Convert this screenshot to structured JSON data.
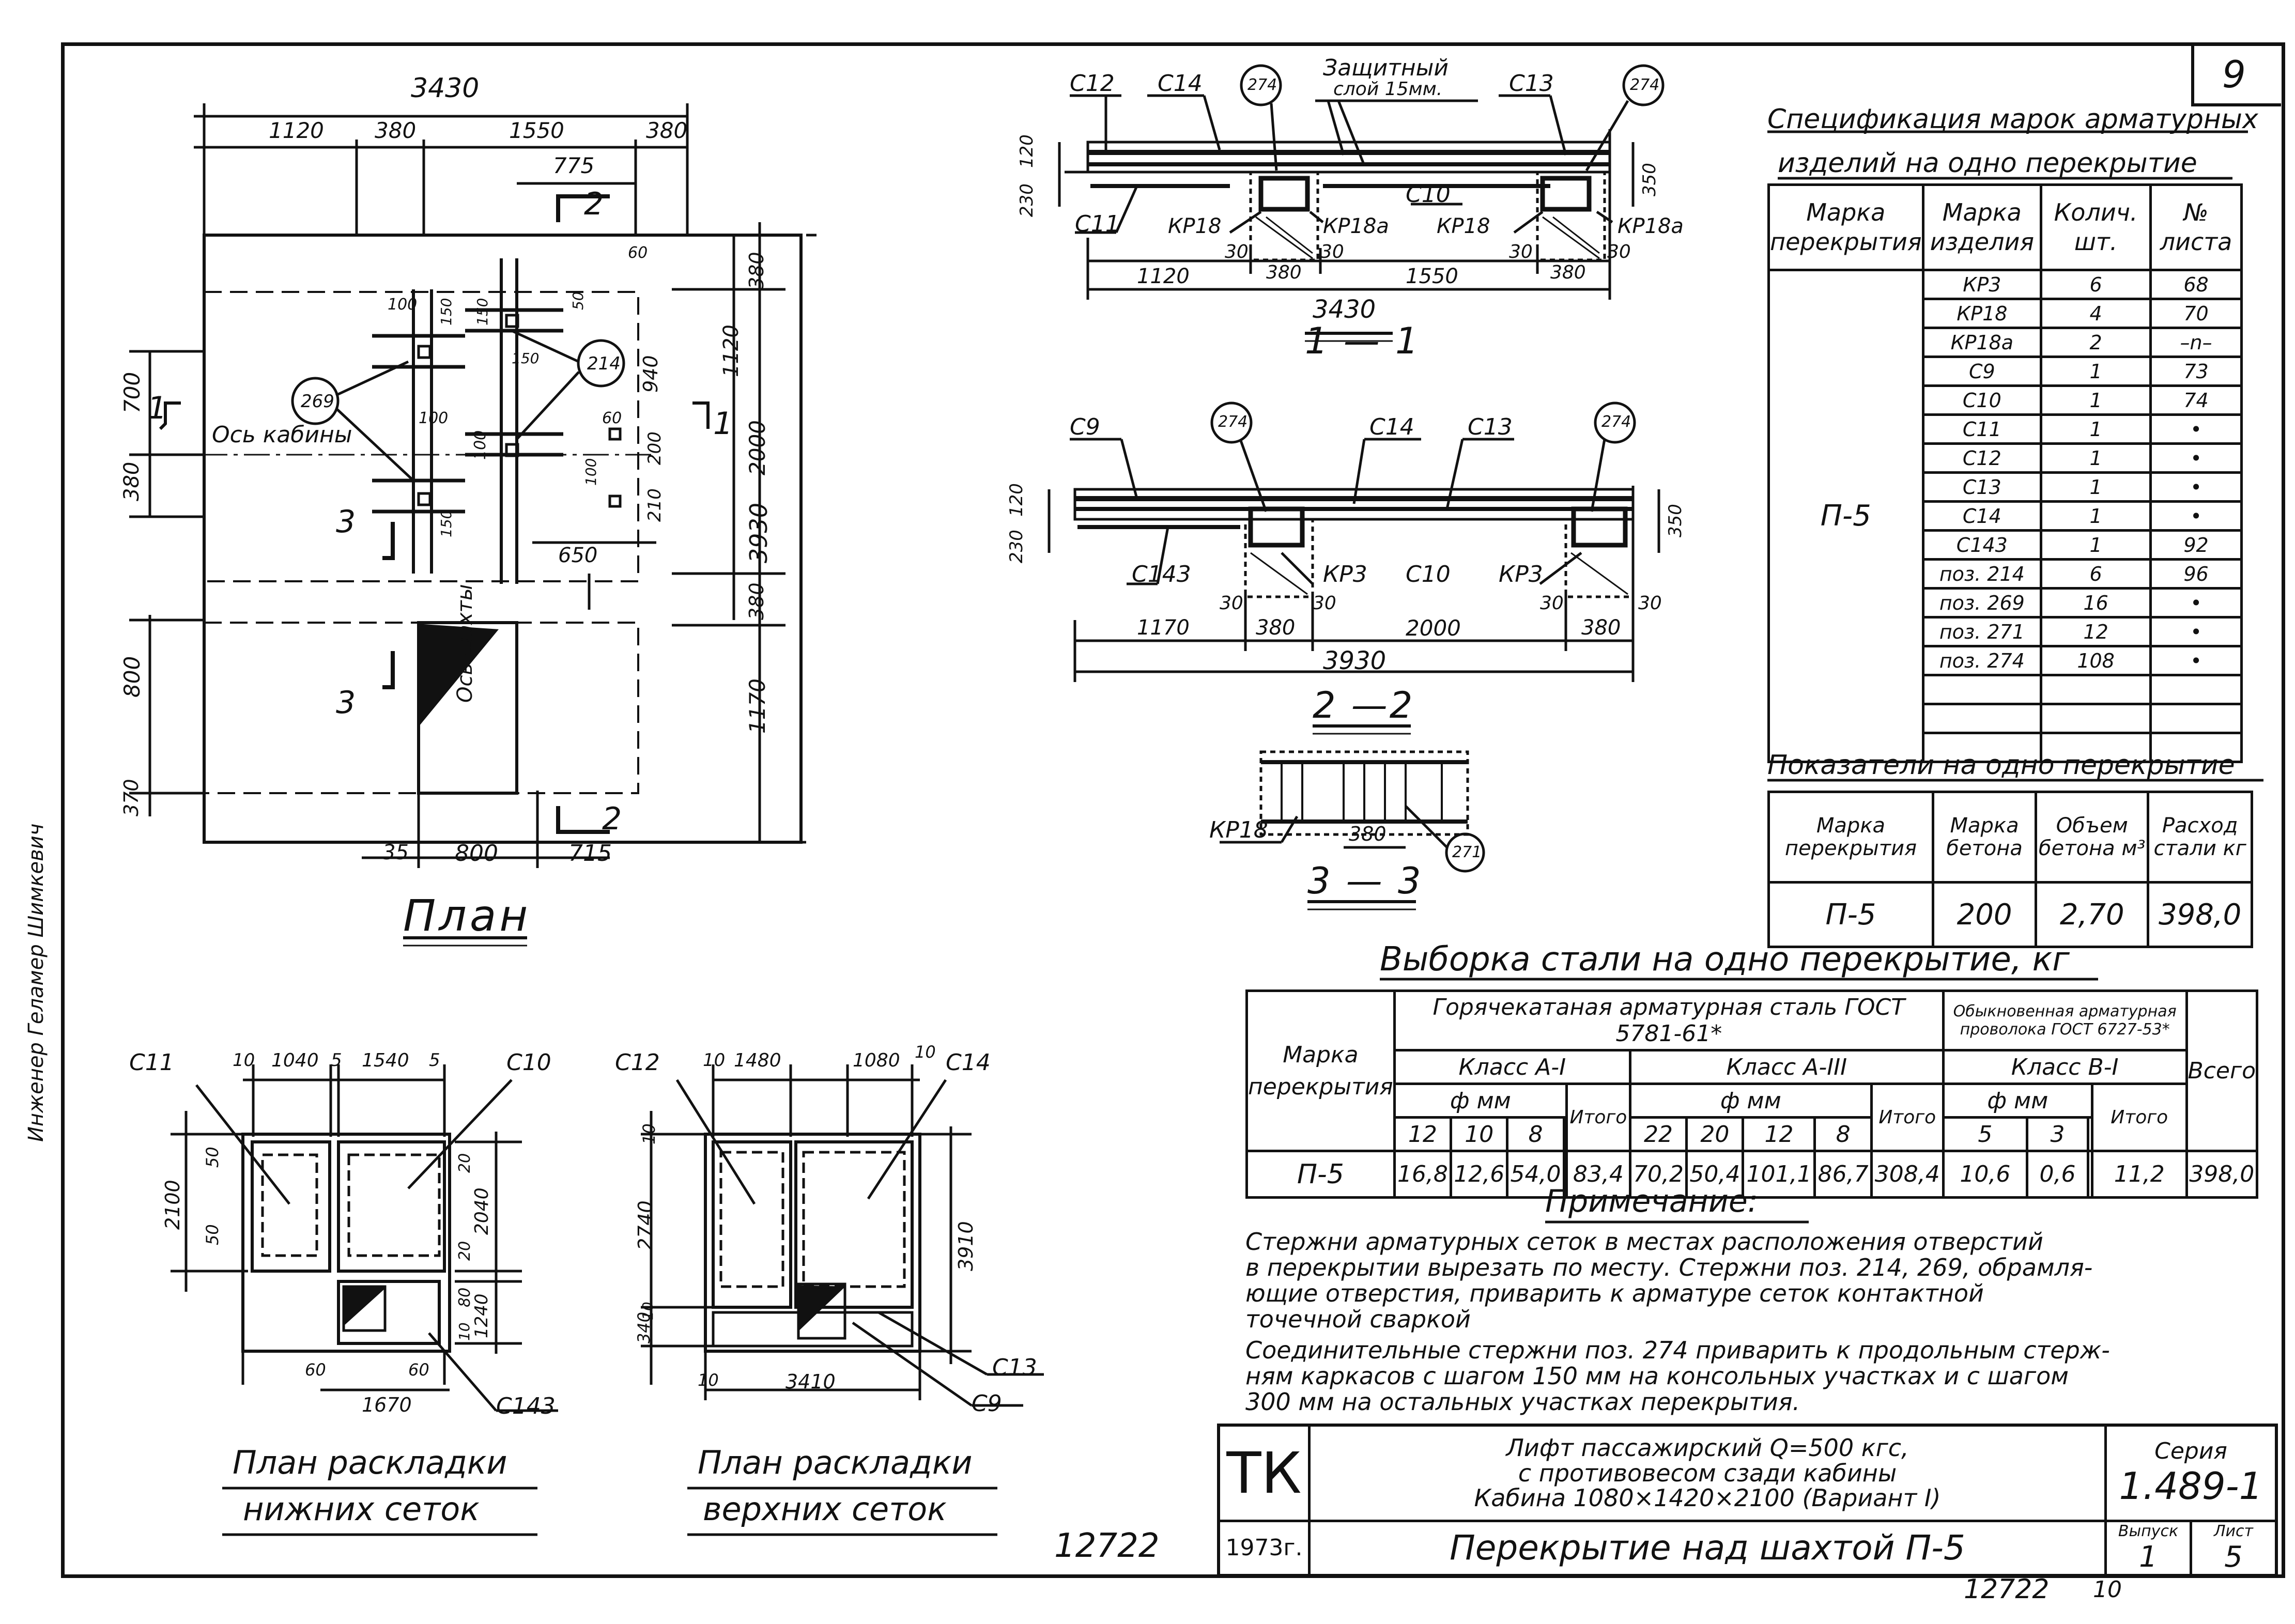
{
  "sheet_number": "9",
  "plan": {
    "title": "План",
    "dims": {
      "total_width": "3430",
      "seg1": "1120",
      "seg2": "380",
      "seg3": "1550",
      "seg4": "380",
      "d775": "775",
      "right_total": "3930",
      "r380a": "380",
      "r1120": "1120",
      "r2000": "2000",
      "r380b": "380",
      "r1170": "1170",
      "left700": "700",
      "left380": "380",
      "left800": "800",
      "left370": "370",
      "d940": "940",
      "d200": "200",
      "d210": "210",
      "d650": "650",
      "d60a": "60",
      "d60b": "60",
      "d100a": "100",
      "d100b": "100",
      "d100c": "100",
      "d100d": "100",
      "d150a": "150",
      "d150b": "150",
      "d150c": "150",
      "d150d": "150",
      "d50": "50",
      "b35": "35",
      "b800": "800",
      "b715": "715"
    },
    "labels": {
      "axis": "Ось кабины",
      "shaft_axis": "Ось шахты",
      "pos269": "269",
      "pos214": "214",
      "sec1l": "1",
      "sec1r": "1",
      "sec2t": "2",
      "sec2b": "2",
      "sec3a": "3",
      "sec3b": "3"
    }
  },
  "section11": {
    "title": "1 — 1",
    "labels": {
      "c12": "С12",
      "c14": "С14",
      "p274a": "274",
      "prot": "Защитный",
      "prot2": "слой 15мм.",
      "c13": "С13",
      "p274b": "274",
      "c10": "С10",
      "c11": "С11",
      "kr18a": "КР18",
      "kr18aa": "КР18а",
      "kr18b": "КР18",
      "kr18ba": "КР18а"
    },
    "dims": {
      "d120": "120",
      "d230": "230",
      "d350": "350",
      "d30a": "30",
      "d380a": "380",
      "d30b": "30",
      "d30c": "30",
      "d380b": "380",
      "d30d": "30",
      "d1120": "1120",
      "d1550": "1550",
      "d3430": "3430"
    }
  },
  "section22": {
    "title": "2 —2",
    "labels": {
      "c9": "С9",
      "p274a": "274",
      "c14": "С14",
      "c13": "С13",
      "p274b": "274",
      "c143": "С143",
      "kr3a": "КР3",
      "c10": "С10",
      "kr3b": "КР3"
    },
    "dims": {
      "d120": "120",
      "d230": "230",
      "d350": "350",
      "d30a": "30",
      "d30b": "30",
      "d30c": "30",
      "d30d": "30",
      "d1170": "1170",
      "d380a": "380",
      "d2000": "2000",
      "d380b": "380",
      "d3930": "3930"
    }
  },
  "section33": {
    "title": "3 — 3",
    "labels": {
      "kr18": "КР18",
      "d380": "380",
      "p271": "271"
    }
  },
  "specification": {
    "title_line1": "Спецификация марок арматурных",
    "title_line2": "изделий на одно перекрытие",
    "headers": [
      "Марка перекрытия",
      "Марка изделия",
      "Колич. шт.",
      "№ листа"
    ],
    "floor_mark": "П-5",
    "rows": [
      [
        "КР3",
        "6",
        "68"
      ],
      [
        "КР18",
        "4",
        "70"
      ],
      [
        "КР18а",
        "2",
        "–n–"
      ],
      [
        "С9",
        "1",
        "73"
      ],
      [
        "С10",
        "1",
        "74"
      ],
      [
        "С11",
        "1",
        "•"
      ],
      [
        "С12",
        "1",
        "•"
      ],
      [
        "С13",
        "1",
        "•"
      ],
      [
        "С14",
        "1",
        "•"
      ],
      [
        "С143",
        "1",
        "92"
      ],
      [
        "поз. 214",
        "6",
        "96"
      ],
      [
        "поз. 269",
        "16",
        "•"
      ],
      [
        "поз. 271",
        "12",
        "•"
      ],
      [
        "поз. 274",
        "108",
        "•"
      ],
      [
        "",
        "",
        ""
      ],
      [
        "",
        "",
        ""
      ],
      [
        "",
        "",
        ""
      ]
    ]
  },
  "indicators": {
    "title": "Показатели на одно перекрытие",
    "headers": [
      "Марка перекрытия",
      "Марка бетона",
      "Объем бетона м³",
      "Расход стали кг"
    ],
    "row": [
      "П-5",
      "200",
      "2,70",
      "398,0"
    ]
  },
  "steel_selection": {
    "title": "Выборка стали на одно перекрытие, кг",
    "head_mark": "Марка перекрытия",
    "group1": "Горячекатаная арматурная сталь ГОСТ 5781-61*",
    "group2": "Обыкновенная арматурная проволока ГОСТ 6727-53*",
    "class1": "Класс А-I",
    "class2": "Класс А-III",
    "class3": "Класс В-I",
    "phi": "ф мм",
    "total": "Итого",
    "grand": "Всего",
    "d1": [
      "12",
      "10",
      "8",
      ""
    ],
    "d2": [
      "22",
      "20",
      "12",
      "8"
    ],
    "d3": [
      "5",
      "3",
      ""
    ],
    "row_mark": "П-5",
    "v1": [
      "16,8",
      "12,6",
      "54,0",
      ""
    ],
    "t1": "83,4",
    "v2": [
      "70,2",
      "50,4",
      "101,1",
      "86,7"
    ],
    "t2": "308,4",
    "v3": [
      "10,6",
      "0,6",
      ""
    ],
    "t3": "11,2",
    "all": "398,0"
  },
  "note": {
    "title": "Примечание:",
    "lines": [
      "Стержни арматурных сеток в местах расположения отверстий",
      "в перекрытии вырезать по месту. Стержни поз. 214, 269, обрамля-",
      "ющие отверстия, приварить к арматуре сеток контактной",
      "точечной сваркой",
      "Соединительные стержни поз. 274 приварить к продольным стерж-",
      "ням каркасов с шагом 150 мм на консольных участках и с шагом",
      "300 мм на остальных участках перекрытия."
    ]
  },
  "lower_mesh": {
    "title1": "План раскладки",
    "title2": "нижних сеток",
    "labels": {
      "c11": "С11",
      "c10": "С10",
      "c143": "С143",
      "d10": "10",
      "d1040": "1040",
      "d5a": "5",
      "d1540": "1540",
      "d5b": "5",
      "d2100": "2100",
      "d50a": "50",
      "d50b": "50",
      "d20a": "20",
      "d2040": "2040",
      "d20b": "20",
      "d80": "80",
      "d1240": "1240",
      "d10b": "10",
      "d60a": "60",
      "d60b": "60",
      "d1670": "1670"
    }
  },
  "upper_mesh": {
    "title1": "План раскладки",
    "title2": "верхних сеток",
    "labels": {
      "c12": "С12",
      "c14": "С14",
      "c13": "С13",
      "c9": "С9",
      "d10a": "10",
      "d1480": "1480",
      "d1080": "1080",
      "d10b": "10",
      "d10c": "10",
      "d2740": "2740",
      "d10d": "10",
      "d340": "340",
      "d3910": "3910",
      "d10e": "10",
      "d3410": "3410"
    }
  },
  "title_block": {
    "org": "ТК",
    "year": "1973г.",
    "desc1": "Лифт пассажирский Q=500 кгс,",
    "desc2": "с противовесом сзади кабины",
    "desc3": "Кабина 1080×1420×2100 (Вариант I)",
    "sheet_title": "Перекрытие над шахтой П-5",
    "series_label": "Серия",
    "series": "1.489-1",
    "issue_label": "Выпуск",
    "issue": "1",
    "sheet_label": "Лист",
    "sheet": "5"
  },
  "footer": {
    "num1": "12722",
    "num2": "12722",
    "num3": "10"
  },
  "side_stamp": "Инженер Геламер Шимкевич"
}
